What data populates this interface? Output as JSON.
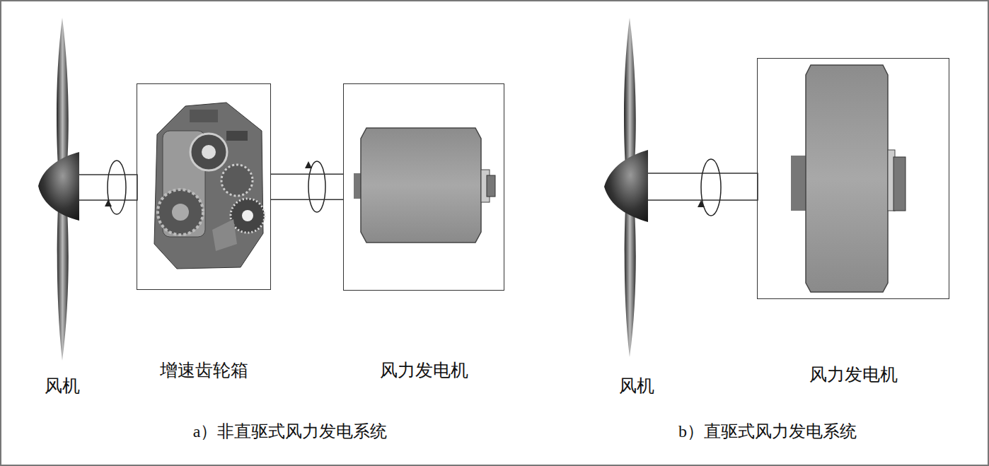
{
  "diagram": {
    "nodes": [
      {
        "text": [
          "增速齿轮箱"
        ]
      },
      {
        "text": [
          "风力发电机"
        ]
      },
      {
        "text": [
          "风力发电机"
        ]
      }
    ],
    "edges": [
      {
        "from": 0,
        "to": 1,
        "arrow": "none"
      }
    ],
    "labels": [
      "风机",
      "风机",
      "a）非直驱式风力发电系统",
      "b）直驱式风力发电系统"
    ]
  }
}
